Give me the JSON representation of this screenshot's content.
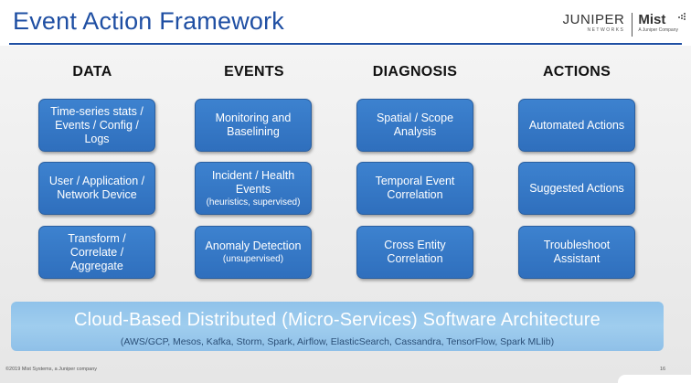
{
  "slide": {
    "title": "Event Action Framework",
    "footer_left": "©2019 Mist Systems, a Juniper company",
    "page_number": "16"
  },
  "logos": {
    "juniper_wordmark": "JUNIPER",
    "juniper_sub": "NETWORKS",
    "mist_wordmark": "Mist",
    "mist_sub": "A Juniper Company"
  },
  "columns": [
    {
      "header": "DATA",
      "boxes": [
        {
          "text": "Time-series stats /\nEvents / Config /\nLogs",
          "sub": ""
        },
        {
          "text": "User / Application /\nNetwork Device",
          "sub": ""
        },
        {
          "text": "Transform /\nCorrelate /\nAggregate",
          "sub": ""
        }
      ]
    },
    {
      "header": "EVENTS",
      "boxes": [
        {
          "text": "Monitoring and\nBaselining",
          "sub": ""
        },
        {
          "text": "Incident / Health\nEvents",
          "sub": "(heuristics, supervised)"
        },
        {
          "text": "Anomaly Detection",
          "sub": "(unsupervised)"
        }
      ]
    },
    {
      "header": "DIAGNOSIS",
      "boxes": [
        {
          "text": "Spatial / Scope\nAnalysis",
          "sub": ""
        },
        {
          "text": "Temporal Event\nCorrelation",
          "sub": ""
        },
        {
          "text": "Cross Entity\nCorrelation",
          "sub": ""
        }
      ]
    },
    {
      "header": "ACTIONS",
      "boxes": [
        {
          "text": "Automated Actions",
          "sub": ""
        },
        {
          "text": "Suggested Actions",
          "sub": ""
        },
        {
          "text": "Troubleshoot\nAssistant",
          "sub": ""
        }
      ]
    }
  ],
  "architecture": {
    "title": "Cloud-Based Distributed (Micro-Services) Software Architecture",
    "subtitle": "(AWS/GCP, Mesos, Kafka, Storm, Spark, Airflow, ElasticSearch, Cassandra, TensorFlow, Spark MLlib)"
  },
  "colors": {
    "title_blue": "#1f4fa3",
    "box_blue": "#3478c7",
    "banner_blue": "#96c7ec"
  }
}
